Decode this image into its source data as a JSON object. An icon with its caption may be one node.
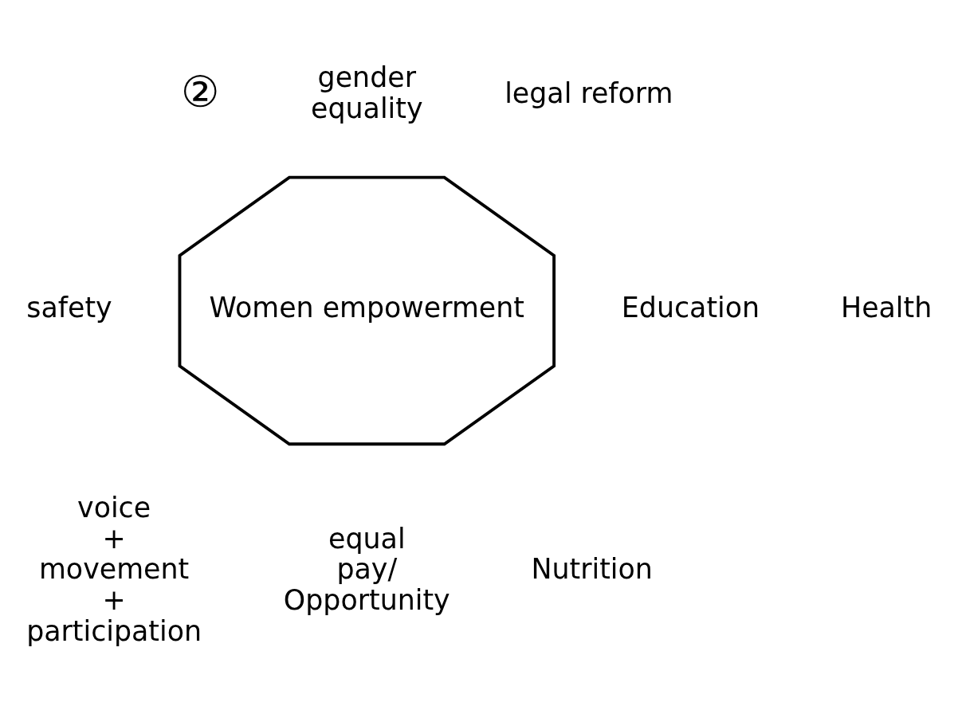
{
  "diagram": {
    "nodes": [
      {
        "text": [
          "Women empowerment"
        ]
      }
    ],
    "labels": [
      "gender equality",
      "legal reform",
      "②",
      "Education",
      "safety",
      "Health",
      "voice + movement + participation",
      "Nutrition",
      "equal pay/ Opportunity"
    ]
  }
}
